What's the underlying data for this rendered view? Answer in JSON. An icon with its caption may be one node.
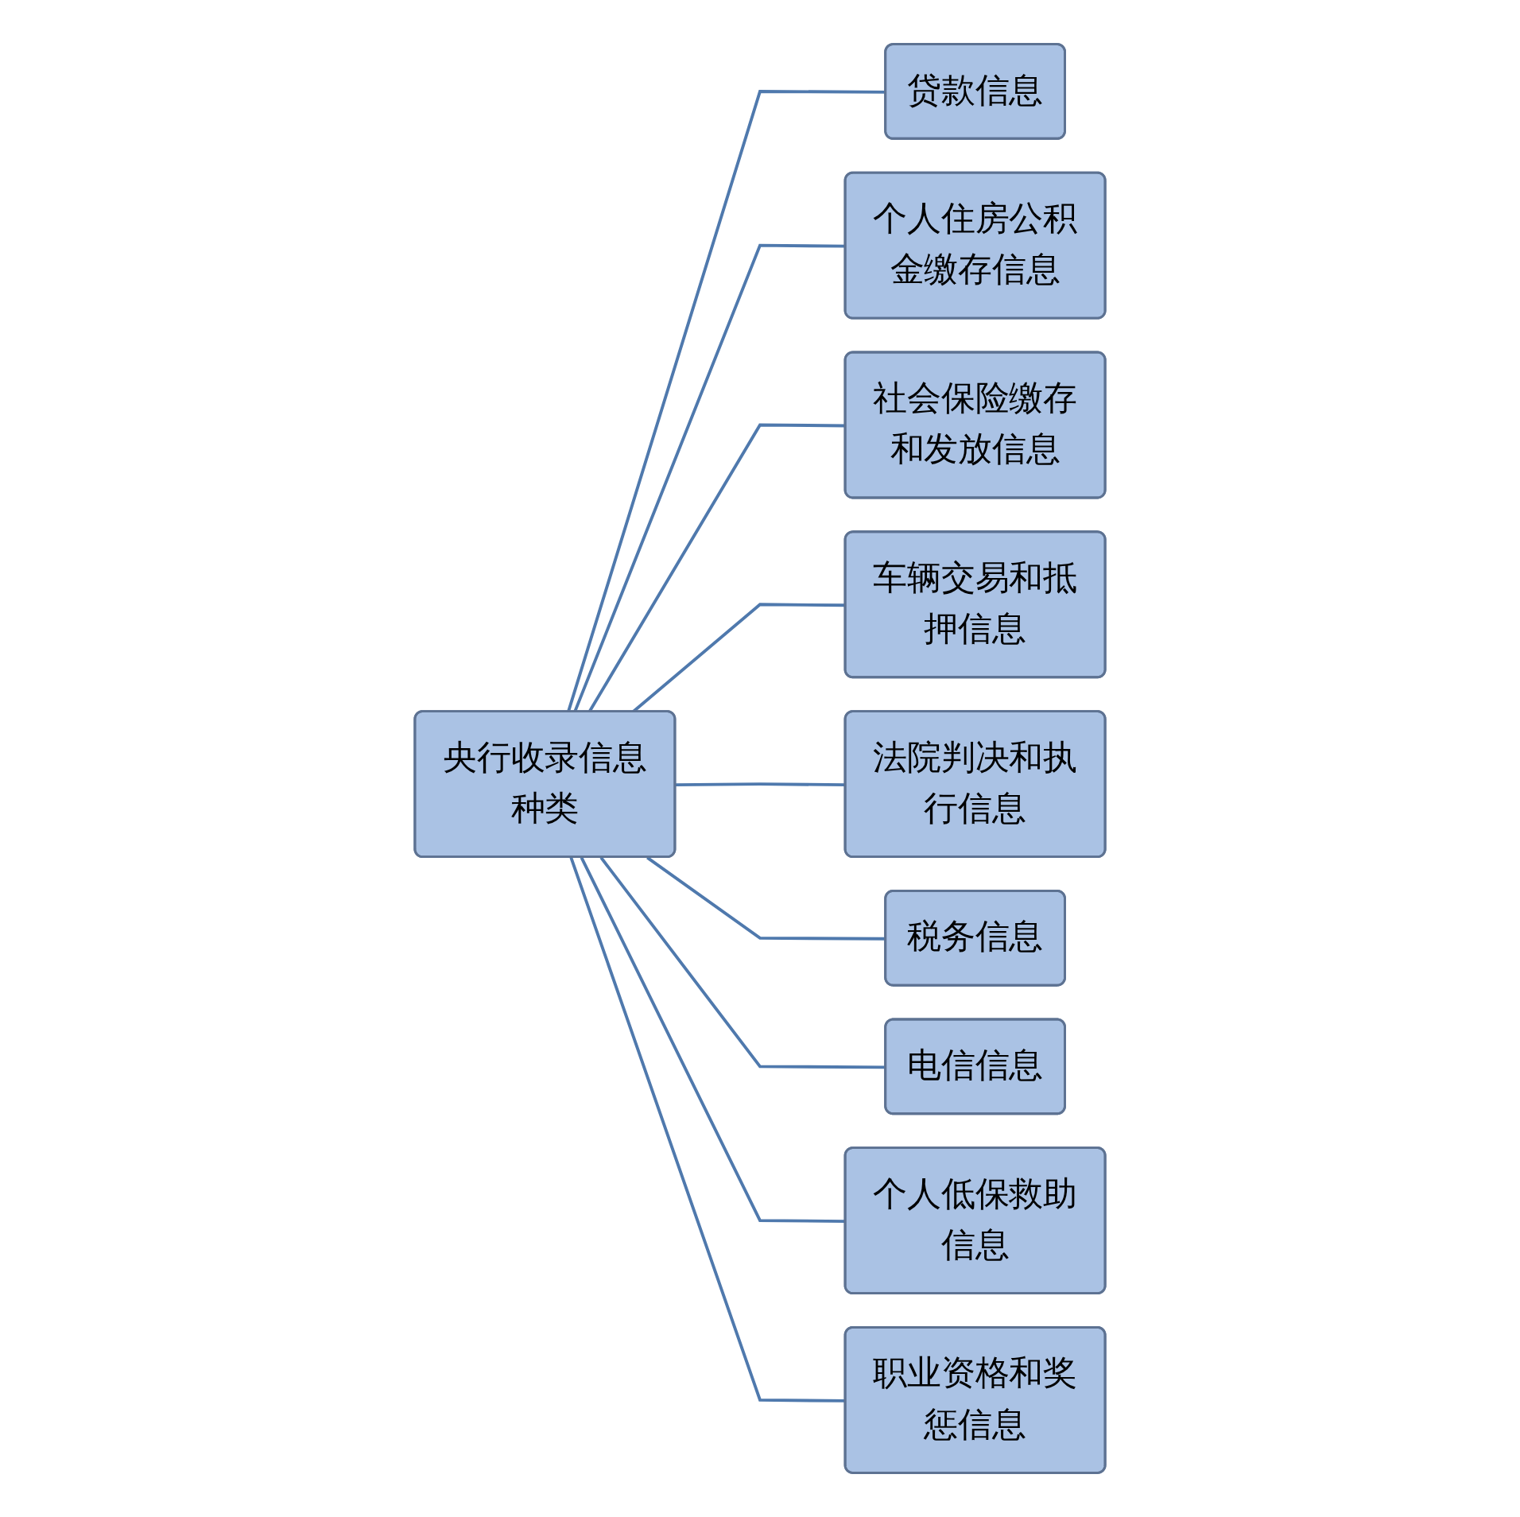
{
  "diagram": {
    "nodes": [
      {
        "text": [
          "央行收录信息种类"
        ]
      },
      {
        "text": [
          "贷款信息"
        ]
      },
      {
        "text": [
          "个人住房公积金缴存信息"
        ]
      },
      {
        "text": [
          "社会保险缴存和发放信息"
        ]
      },
      {
        "text": [
          "车辆交易和抵押信息"
        ]
      },
      {
        "text": [
          "法院判决和执行信息"
        ]
      },
      {
        "text": [
          "税务信息"
        ]
      },
      {
        "text": [
          "电信信息"
        ]
      },
      {
        "text": [
          "个人低保救助信息"
        ]
      },
      {
        "text": [
          "职业资格和奖惩信息"
        ]
      }
    ],
    "edges": [
      {
        "from": 0,
        "to": 1,
        "arrow": "none"
      },
      {
        "from": 0,
        "to": 2,
        "arrow": "none"
      },
      {
        "from": 0,
        "to": 3,
        "arrow": "none"
      },
      {
        "from": 0,
        "to": 4,
        "arrow": "none"
      },
      {
        "from": 0,
        "to": 5,
        "arrow": "none"
      },
      {
        "from": 0,
        "to": 6,
        "arrow": "none"
      },
      {
        "from": 0,
        "to": 7,
        "arrow": "none"
      },
      {
        "from": 0,
        "to": 8,
        "arrow": "none"
      },
      {
        "from": 0,
        "to": 9,
        "arrow": "none"
      }
    ]
  }
}
